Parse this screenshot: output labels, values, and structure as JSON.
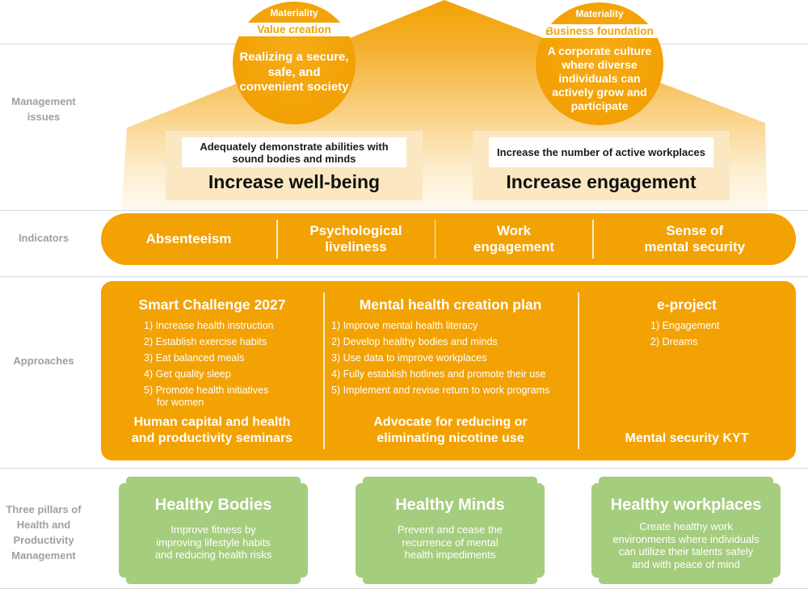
{
  "colors": {
    "orange": "#f3a204",
    "cream": "#fbe8c2",
    "green": "#a5cd7e",
    "rail_gray": "#9fa0a0",
    "divider": "#d9dadb"
  },
  "rail": {
    "management": "Management\nissues",
    "indicators": "Indicators",
    "approaches": "Approaches",
    "pillars": "Three pillars of\nHealth and\nProductivity\nManagement"
  },
  "materiality": {
    "left": {
      "badge": "Materiality",
      "category": "Value creation",
      "text": "Realizing a secure,\nsafe, and\nconvenient society"
    },
    "right": {
      "badge": "Materiality",
      "category": "Business foundation",
      "text": "A corporate culture\nwhere diverse\nindividuals can\nactively grow and\nparticipate"
    }
  },
  "goals": {
    "left": {
      "subtitle": "Adequately demonstrate abilities with\nsound bodies and minds",
      "title": "Increase well-being"
    },
    "right": {
      "subtitle": "Increase the number of active workplaces",
      "title": "Increase engagement"
    }
  },
  "indicators": {
    "items": [
      "Absenteeism",
      "Psychological\nliveliness",
      "Work\nengagement",
      "Sense of\nmental security"
    ]
  },
  "approaches": {
    "columns": [
      {
        "heading": "Smart Challenge 2027",
        "items": [
          "1) Increase health instruction",
          "2) Establish exercise habits",
          "3) Eat balanced meals",
          "4) Get quality sleep",
          "5) Promote health initiatives\nfor women"
        ],
        "footer": "Human capital and health\nand productivity seminars"
      },
      {
        "heading": "Mental health creation plan",
        "items": [
          "1) Improve mental health literacy",
          "2) Develop healthy bodies and minds",
          "3) Use data to improve workplaces",
          "4) Fully establish hotlines and promote their use",
          "5) Implement and revise return to work programs"
        ],
        "footer": "Advocate for reducing or\neliminating nicotine use"
      },
      {
        "heading": "e-project",
        "items": [
          "1) Engagement",
          "2) Dreams"
        ],
        "footer": "Mental security KYT"
      }
    ]
  },
  "pillars": [
    {
      "title": "Healthy Bodies",
      "body": "Improve fitness by\nimproving lifestyle habits\nand reducing health risks"
    },
    {
      "title": "Healthy Minds",
      "body": "Prevent and cease the\nrecurrence of mental\nhealth impediments"
    },
    {
      "title": "Healthy workplaces",
      "body": "Create healthy work\nenvironments where individuals\ncan utilize their talents safely\nand with peace of mind"
    }
  ]
}
